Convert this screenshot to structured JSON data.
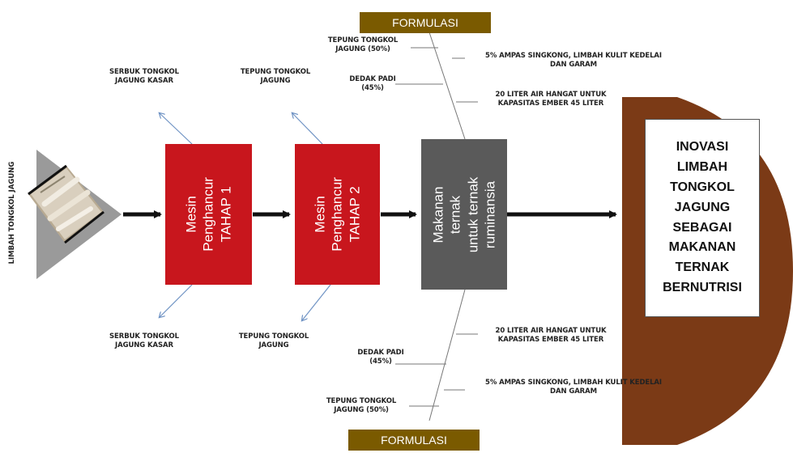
{
  "formulasi_top": "FORMULASI",
  "formulasi_bottom": "FORMULASI",
  "input_label": "LIMBAH TONGKOL JAGUNG",
  "mesin1": "Mesin Penghancur\nTAHAP 1",
  "mesin2": "Mesin Penghancur\nTAHAP 2",
  "makanan": "Makanan ternak\nuntuk ternak\nruminansia",
  "result": "INOVASI\nLIMBAH\nTONGKOL\nJAGUNG\nSEBAGAI\nMAKANAN\nTERNAK\nBERNUTRISI",
  "out1_top": "SERBUK TONGKOL\nJAGUNG KASAR",
  "out2_top": "TEPUNG TONGKOL\nJAGUNG",
  "out1_bottom": "SERBUK TONGKOL\nJAGUNG KASAR",
  "out2_bottom": "TEPUNG TONGKOL\nJAGUNG",
  "top_tepung": "TEPUNG TONGKOL\nJAGUNG (50%)",
  "top_dedak": "DEDAK PADI\n(45%)",
  "top_ampas": "5% AMPAS SINGKONG, LIMBAH KULIT KEDELAI\nDAN GARAM",
  "top_air": "20 LITER AIR HANGAT UNTUK\nKAPASITAS EMBER 45 LITER",
  "bot_air": "20 LITER AIR HANGAT UNTUK\nKAPASITAS EMBER 45 LITER",
  "bot_dedak": "DEDAK PADI\n(45%)",
  "bot_ampas": "5% AMPAS SINGKONG, LIMBAH KULIT KEDELAI\nDAN GARAM",
  "bot_tepung": "TEPUNG TONGKOL\nJAGUNG (50%)",
  "colors": {
    "machine_red": "#c8161d",
    "feed_gray": "#5a5a5a",
    "head_brown": "#7b3a16",
    "formulasi_gold": "#7a5a00",
    "thin_arrow_blue": "#6f93c4"
  }
}
